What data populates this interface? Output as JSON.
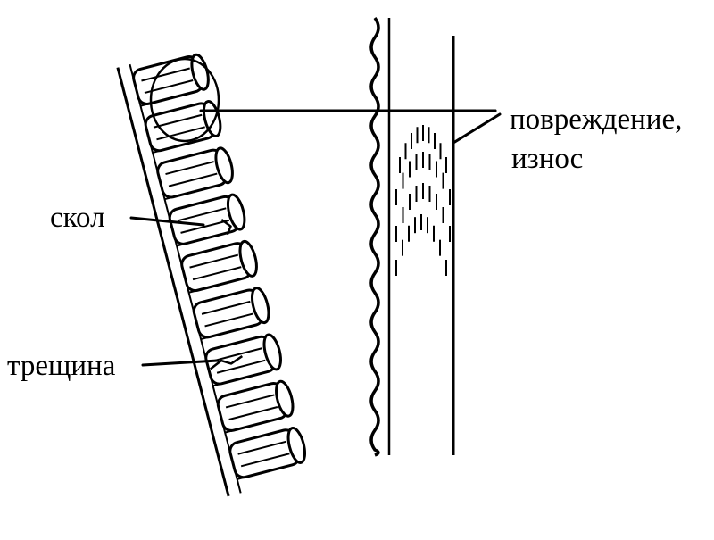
{
  "labels": {
    "chip": "скол",
    "crack": "трещина",
    "damage_line1": "повреждение,",
    "damage_line2": "износ"
  },
  "colors": {
    "ink": "#000000",
    "background": "#ffffff"
  }
}
